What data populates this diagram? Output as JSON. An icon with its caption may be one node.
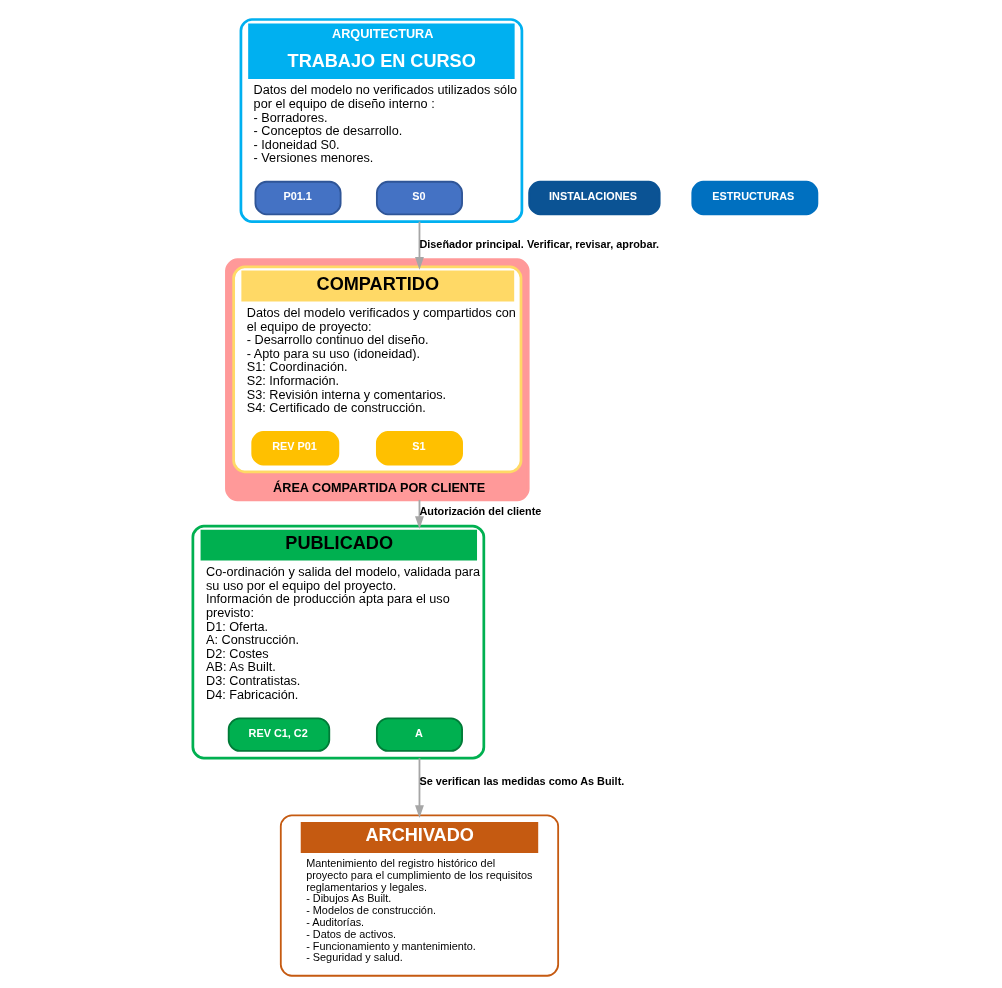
{
  "diagram": {
    "nodes": [
      {
        "text": [
          "ÁREA COMPARTIDA POR CLIENTE"
        ]
      },
      {
        "text": [
          "COMPARTIDO",
          "Datos del modelo verificados y compartidos con el equipo de proyecto:",
          "- Desarrollo continuo del diseño.",
          "- Apto para su uso (idoneidad).",
          "S1: Coordinación.",
          "S2: Información.",
          "S3: Revisión interna y comentarios.",
          "S4: Certificado de construcción."
        ],
        "in": 0
      },
      {
        "text": [
          "S1"
        ],
        "in": 1
      },
      {
        "text": [
          "REV P01"
        ],
        "in": 1
      },
      {
        "text": [
          "INSTALACIONES"
        ]
      },
      {
        "text": [
          "ESTRUCTURAS"
        ]
      },
      {
        "text": [
          "ARQUITECTURA",
          "TRABAJO EN CURSO",
          "Datos del modelo no verificados utilizados sólo por el equipo de diseño interno :",
          "- Borradores.",
          "- Conceptos de desarrollo.",
          "- Idoneidad S0.",
          "- Versiones menores."
        ]
      },
      {
        "text": [
          "S0"
        ],
        "in": 6
      },
      {
        "text": [
          "P01.1"
        ],
        "in": 6
      },
      {
        "text": [
          "PUBLICADO",
          "Co-ordinación y salida del modelo, validada para su uso por el equipo del proyecto.",
          "Información de producción apta para el uso previsto:",
          "D1: Oferta.",
          "A: Construcción.",
          "D2: Costes",
          "AB: As Built.",
          "D3: Contratistas.",
          "D4: Fabricación."
        ]
      },
      {
        "text": [
          "A"
        ],
        "in": 9
      },
      {
        "text": [
          "REV C1, C2"
        ],
        "in": 9
      },
      {
        "text": [
          "ARCHIVADO",
          "Mantenimiento del registro histórico del proyecto para el cumplimiento de los requisitos reglamentarios y legales.",
          "- Dibujos As Built.",
          "- Modelos de construcción.",
          "- Auditorías.",
          "- Datos de activos.",
          "- Funcionamiento y mantenimiento.",
          "- Seguridad y salud."
        ]
      }
    ],
    "edges": [
      {
        "from": 6,
        "to": 1,
        "arrow": "to",
        "label": "Diseñador principal. Verificar, revisar, aprobar."
      },
      {
        "from": 0,
        "to": 9,
        "arrow": "to",
        "label": "Autorización del cliente"
      },
      {
        "from": 9,
        "to": 12,
        "arrow": "to",
        "label": "Se verifican las medidas como As Built."
      }
    ]
  }
}
